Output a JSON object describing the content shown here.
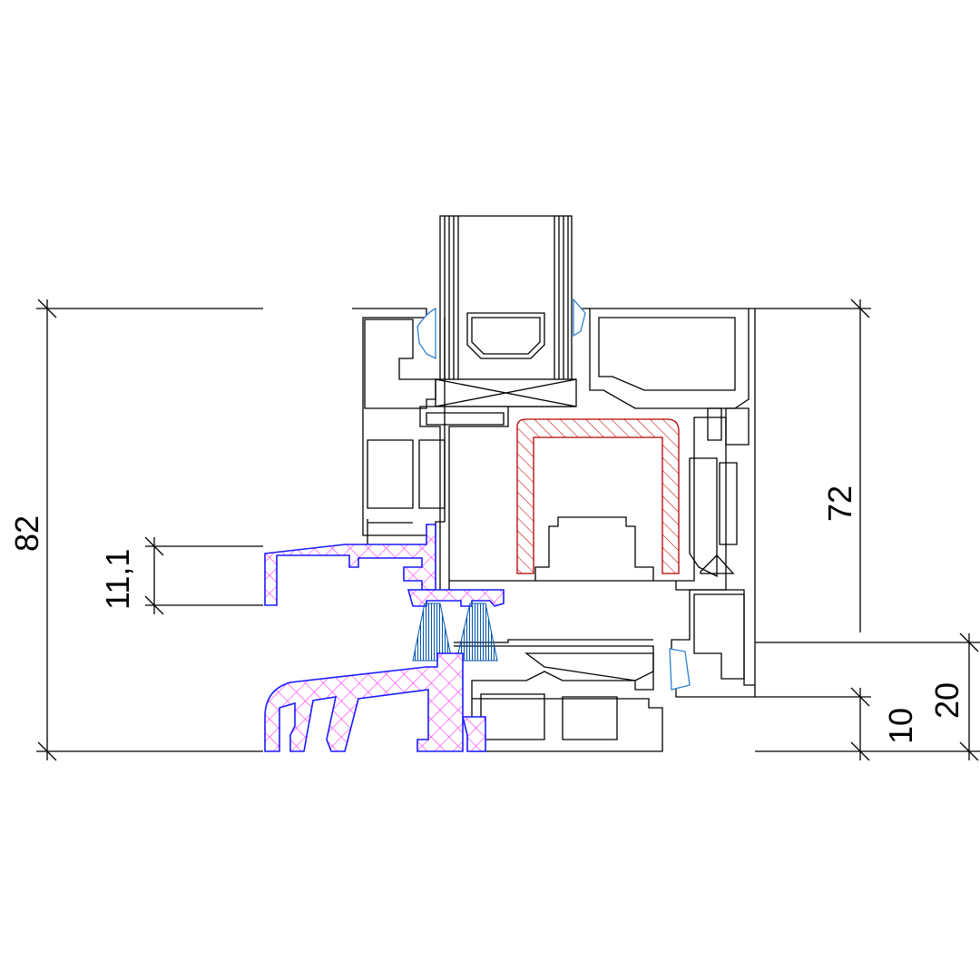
{
  "drawing": {
    "type": "window sill profile cross-section",
    "colors": {
      "outline": "#000000",
      "aluminium_hatch": "#ff33ff",
      "aluminium_outline": "#1a1aff",
      "steel_reinforcement": "#cc0000",
      "brush_seal": "#0055aa",
      "gasket": "#2f7fd0"
    }
  },
  "dimensions": {
    "total_height": "82",
    "drip_height": "11,1",
    "frame_height": "72",
    "threshold_low": "10",
    "threshold_high": "20"
  }
}
